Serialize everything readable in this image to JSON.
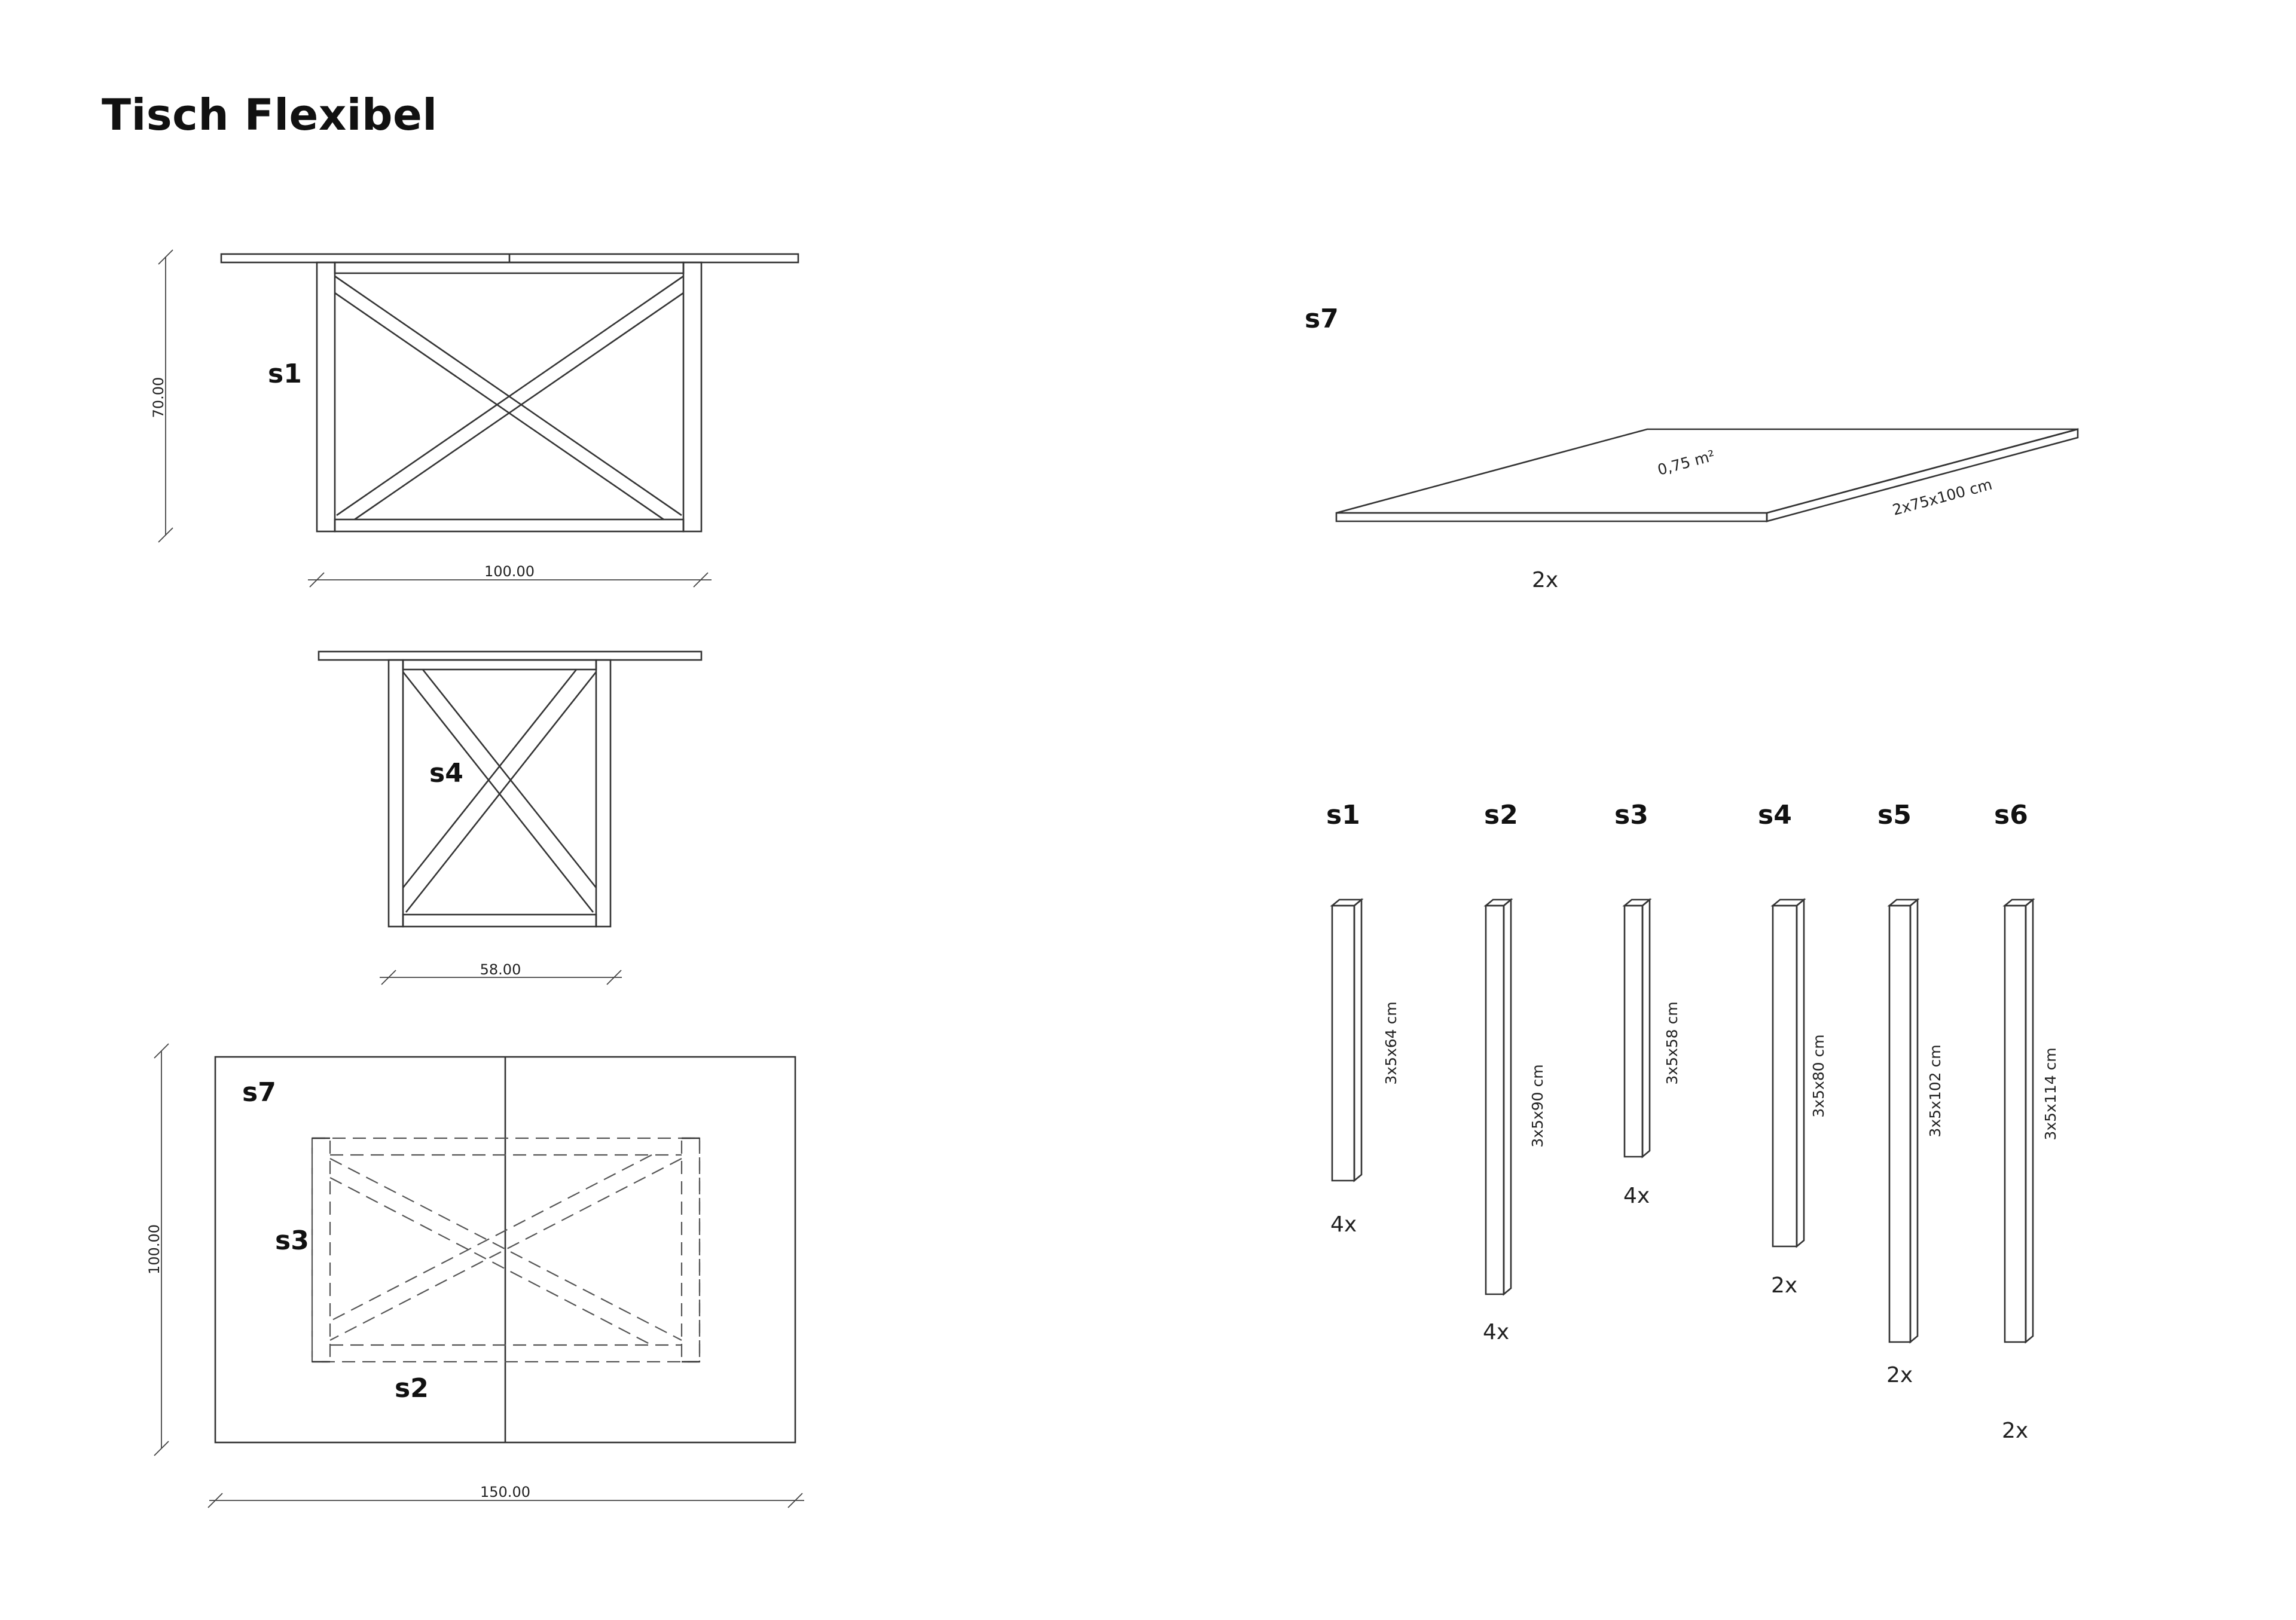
{
  "title": "Tisch Flexibel",
  "front_view": {
    "label": "s1",
    "height_dim": "70.00",
    "width_dim": "100.00"
  },
  "side_view": {
    "label": "s4",
    "width_dim": "58.00"
  },
  "top_view": {
    "label_top": "s7",
    "label_left": "s3",
    "label_bottom": "s2",
    "height_dim": "100.00",
    "width_dim": "150.00"
  },
  "plate": {
    "label": "s7",
    "area": "0,75 m²",
    "size": "2x75x100 cm",
    "count": "2x"
  },
  "parts": [
    {
      "label": "s1",
      "size": "3x5x64 cm",
      "count": "4x"
    },
    {
      "label": "s2",
      "size": "3x5x90 cm",
      "count": "4x"
    },
    {
      "label": "s3",
      "size": "3x5x58 cm",
      "count": "4x"
    },
    {
      "label": "s4",
      "size": "3x5x80 cm",
      "count": "2x"
    },
    {
      "label": "s5",
      "size": "3x5x102 cm",
      "count": "2x"
    },
    {
      "label": "s6",
      "size": "3x5x114 cm",
      "count": "2x"
    }
  ]
}
